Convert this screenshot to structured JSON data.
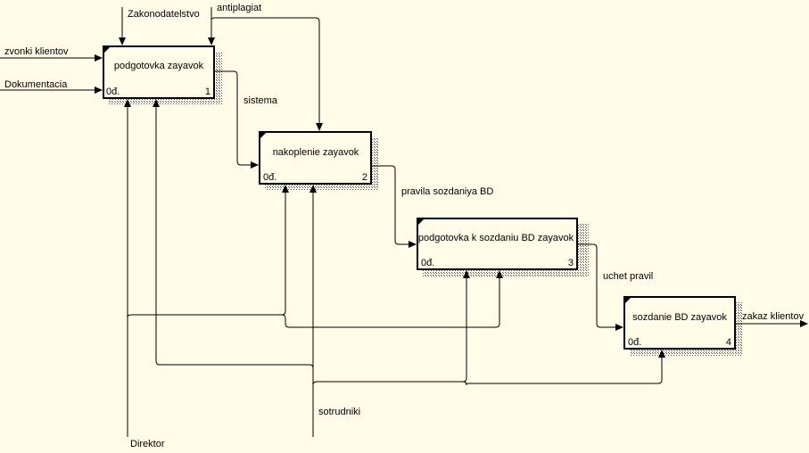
{
  "boxes": [
    {
      "title": "podgotovka zayavok",
      "cost": "0đ.",
      "number": "1"
    },
    {
      "title": "nakoplenie zayavok",
      "cost": "0đ.",
      "number": "2"
    },
    {
      "title": "podgotovka k sozdaniu BD zayavok",
      "cost": "0đ.",
      "number": "3"
    },
    {
      "title": "sozdanie BD zayavok",
      "cost": "0đ.",
      "number": "4"
    }
  ],
  "arrow_labels": {
    "zakonodatelstvo": "Zakonodatelstvo",
    "antiplagiat": "antiplagiat",
    "zvonki": "zvonki klientov",
    "dokumentacia": "Dokumentacia",
    "sistema": "sistema",
    "pravila": "pravila sozdaniya BD",
    "uchet": "uchet pravil",
    "zakaz": "zakaz klientov",
    "sotrudniki": "sotrudniki",
    "direktor": "Direktor"
  }
}
